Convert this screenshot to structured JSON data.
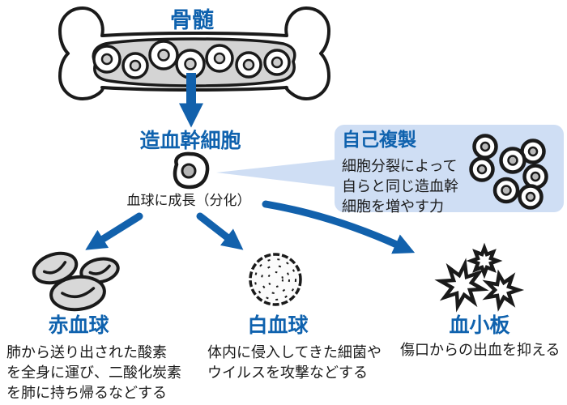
{
  "diagram": {
    "title_bone": "骨髄",
    "stem_cell_label": "造血幹細胞",
    "differentiation_note": "血球に成長（分化）",
    "callout": {
      "title": "自己複製",
      "body": "細胞分裂によって\n自らと同じ造血幹\n細胞を増やす力"
    },
    "cells": [
      {
        "label": "赤血球",
        "description": "肺から送り出された酸素\nを全身に運び、二酸化炭素\nを肺に持ち帰るなどする"
      },
      {
        "label": "白血球",
        "description": "体内に侵入してきた細菌や\nウイルスを攻撃などする"
      },
      {
        "label": "血小板",
        "description": "傷口からの出血を抑える"
      }
    ],
    "icons": {
      "bone": "bone-icon",
      "stem_cell": "stem-cell-icon",
      "self_renewal_cluster": "cell-cluster-icon",
      "red_blood_cells": "red-blood-cells-icon",
      "white_blood_cell": "white-blood-cell-icon",
      "platelets": "platelets-icon"
    },
    "colors": {
      "accent_blue": "#0f62ae",
      "arrow_blue": "#1261ac",
      "callout_bg": "#cfdef4",
      "outline": "#1a1a1a",
      "marrow_gray": "#d4d4d4",
      "cell_gray": "#d8d8d8"
    }
  }
}
